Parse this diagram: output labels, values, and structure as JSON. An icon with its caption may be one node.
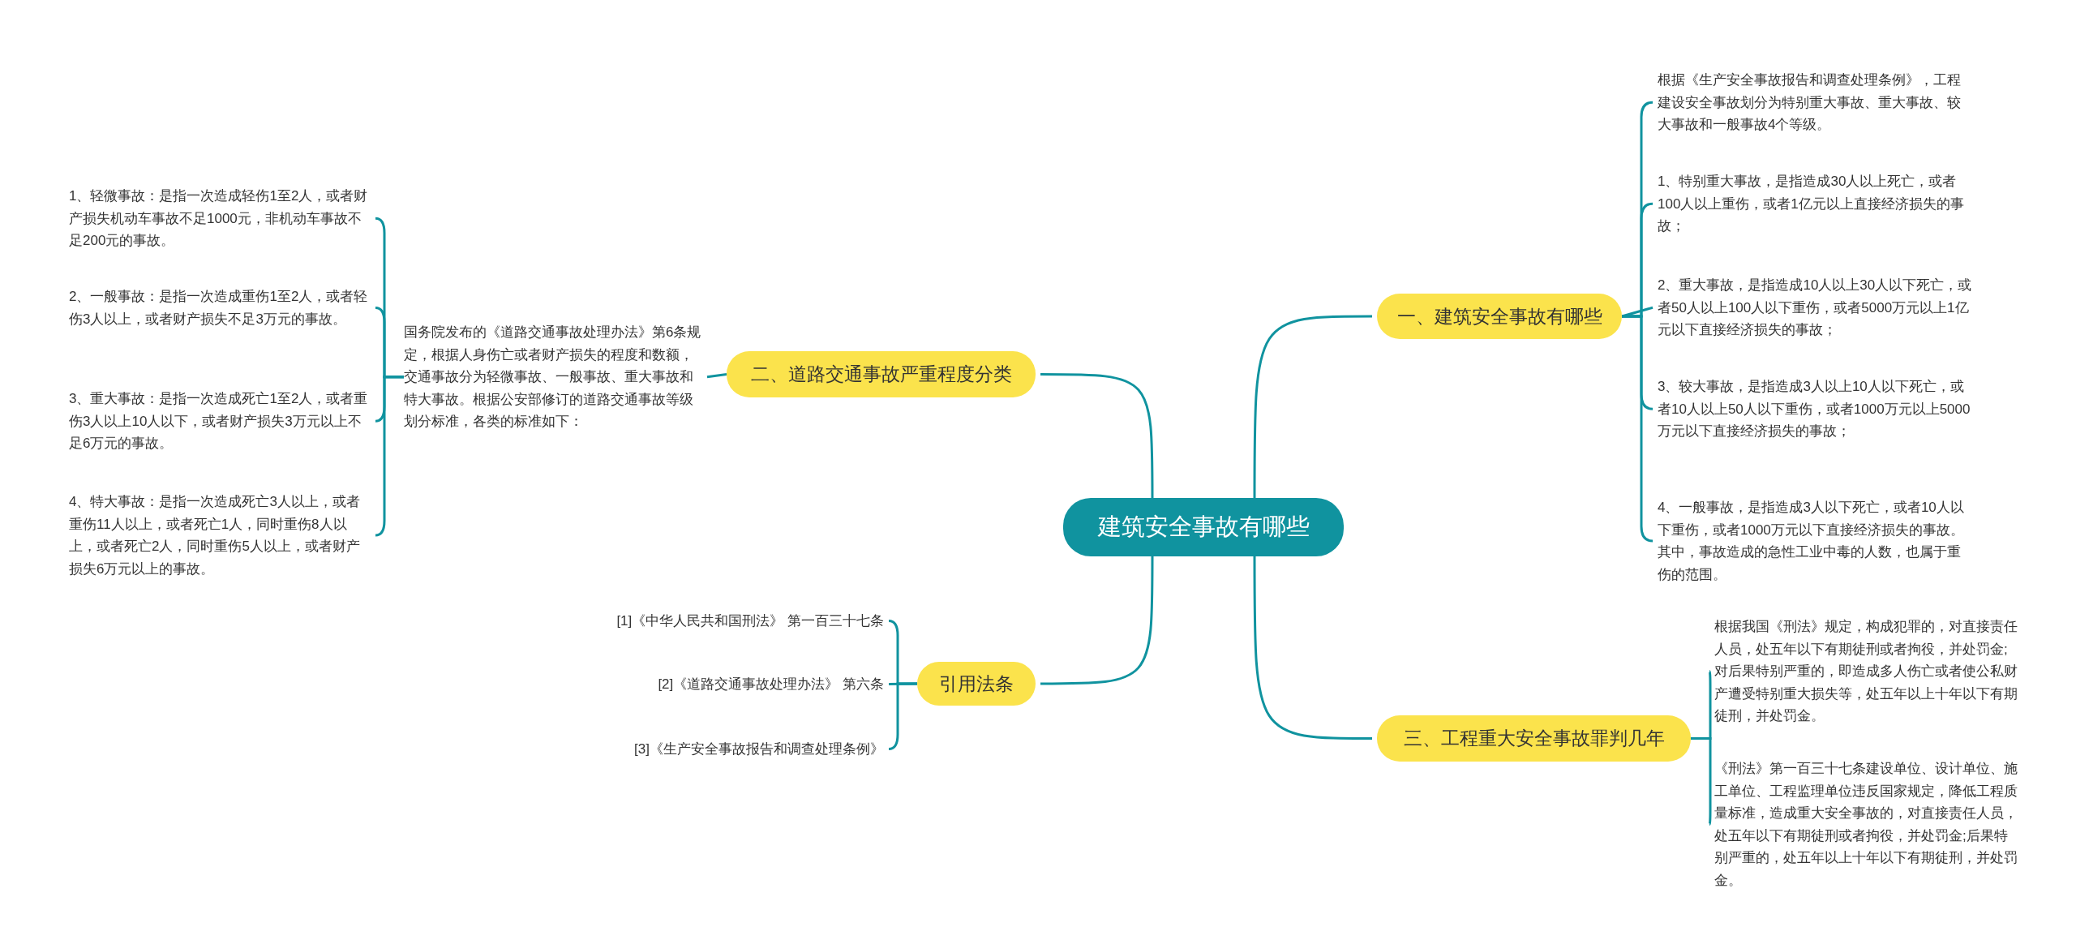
{
  "diagram": {
    "nodes": [
      {
        "text": [
          "建筑安全事故有哪些"
        ]
      },
      {
        "text": [
          "一、建筑安全事故有哪些"
        ]
      },
      {
        "text": [
          "根据《生产安全事故报告和调查处理条例》，工程建设安全事故划分为特别重大事故、重大事故、较大事故和一般事故4个等级。"
        ]
      },
      {
        "text": [
          "1、特别重大事故，是指造成30人以上死亡，或者100人以上重伤，或者1亿元以上直接经济损失的事故；"
        ]
      },
      {
        "text": [
          "2、重大事故，是指造成10人以上30人以下死亡，或者50人以上100人以下重伤，或者5000万元以上1亿元以下直接经济损失的事故；"
        ]
      },
      {
        "text": [
          "3、较大事故，是指造成3人以上10人以下死亡，或者10人以上50人以下重伤，或者1000万元以上5000万元以下直接经济损失的事故；"
        ]
      },
      {
        "text": [
          "4、一般事故，是指造成3人以下死亡，或者10人以下重伤，或者1000万元以下直接经济损失的事故。其中，事故造成的急性工业中毒的人数，也属于重伤的范围。"
        ]
      },
      {
        "text": [
          "二、道路交通事故严重程度分类"
        ]
      },
      {
        "text": [
          "国务院发布的《道路交通事故处理办法》第6条规定，根据人身伤亡或者财产损失的程度和数额，交通事故分为轻微事故、一般事故、重大事故和特大事故。根据公安部修订的道路交通事故等级划分标准，各类的标准如下："
        ]
      },
      {
        "text": [
          "1、轻微事故：是指一次造成轻伤1至2人，或者财产损失机动车事故不足1000元，非机动车事故不足200元的事故。"
        ]
      },
      {
        "text": [
          "2、一般事故：是指一次造成重伤1至2人，或者轻伤3人以上，或者财产损失不足3万元的事故。"
        ]
      },
      {
        "text": [
          "3、重大事故：是指一次造成死亡1至2人，或者重伤3人以上10人以下，或者财产损失3万元以上不足6万元的事故。"
        ]
      },
      {
        "text": [
          "4、特大事故：是指一次造成死亡3人以上，或者重伤11人以上，或者死亡1人，同时重伤8人以上，或者死亡2人，同时重伤5人以上，或者财产损失6万元以上的事故。"
        ]
      },
      {
        "text": [
          "三、工程重大安全事故罪判几年"
        ]
      },
      {
        "text": [
          "根据我国《刑法》规定，构成犯罪的，对直接责任人员，处五年以下有期徒刑或者拘役，并处罚金;对后果特别严重的，即造成多人伤亡或者使公私财产遭受特别重大损失等，处五年以上十年以下有期徒刑，并处罚金。"
        ]
      },
      {
        "text": [
          "《刑法》第一百三十七条建设单位、设计单位、施工单位、工程监理单位违反国家规定，降低工程质量标准，造成重大安全事故的，对直接责任人员，处五年以下有期徒刑或者拘役，并处罚金;后果特别严重的，处五年以上十年以下有期徒刑，并处罚金。"
        ]
      },
      {
        "text": [
          "引用法条"
        ]
      },
      {
        "text": [
          "[1]《中华人民共和国刑法》 第一百三十七条"
        ]
      },
      {
        "text": [
          "[2]《道路交通事故处理办法》 第六条"
        ]
      },
      {
        "text": [
          "[3]《生产安全事故报告和调查处理条例》"
        ]
      }
    ],
    "edges": [
      {
        "from": 0,
        "to": 1,
        "arrow": "none"
      },
      {
        "from": 0,
        "to": 7,
        "arrow": "none"
      },
      {
        "from": 0,
        "to": 13,
        "arrow": "none"
      },
      {
        "from": 0,
        "to": 16,
        "arrow": "none"
      },
      {
        "from": 1,
        "to": 2,
        "arrow": "none"
      },
      {
        "from": 1,
        "to": 3,
        "arrow": "none"
      },
      {
        "from": 1,
        "to": 4,
        "arrow": "none"
      },
      {
        "from": 1,
        "to": 5,
        "arrow": "none"
      },
      {
        "from": 1,
        "to": 6,
        "arrow": "none"
      },
      {
        "from": 7,
        "to": 8,
        "arrow": "none"
      },
      {
        "from": 8,
        "to": 9,
        "arrow": "none"
      },
      {
        "from": 8,
        "to": 10,
        "arrow": "none"
      },
      {
        "from": 8,
        "to": 11,
        "arrow": "none"
      },
      {
        "from": 8,
        "to": 12,
        "arrow": "none"
      },
      {
        "from": 13,
        "to": 14,
        "arrow": "none"
      },
      {
        "from": 13,
        "to": 15,
        "arrow": "none"
      },
      {
        "from": 16,
        "to": 17,
        "arrow": "none"
      },
      {
        "from": 16,
        "to": 18,
        "arrow": "none"
      },
      {
        "from": 16,
        "to": 19,
        "arrow": "none"
      }
    ]
  }
}
